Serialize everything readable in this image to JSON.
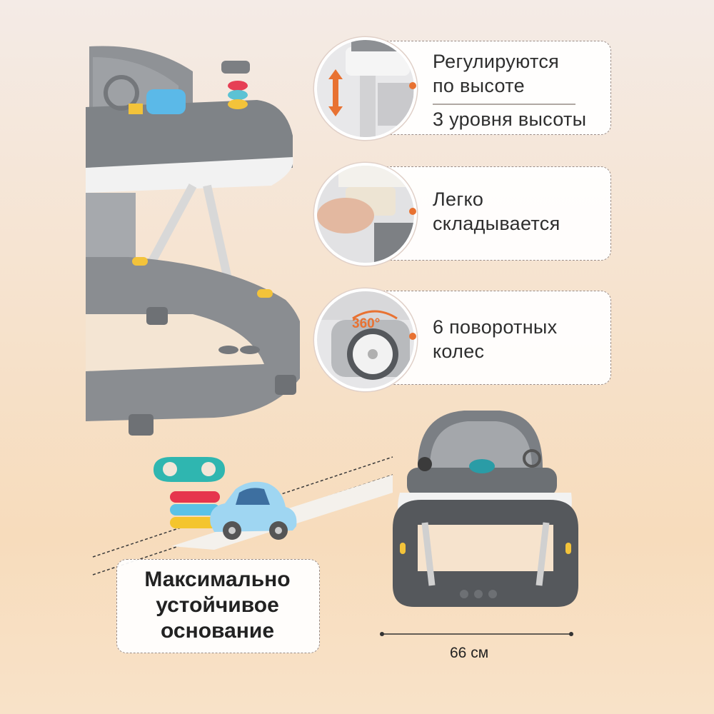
{
  "features": {
    "height": {
      "line1": "Регулируются",
      "line2": "по высоте",
      "line3": "3 уровня высоты"
    },
    "fold": {
      "line1": "Легко",
      "line2": "складывается"
    },
    "wheels": {
      "line1": "6 поворотных",
      "line2": "колес",
      "badge": "360°"
    }
  },
  "stability": {
    "line1": "Максимально",
    "line2": "устойчивое",
    "line3": "основание"
  },
  "dimension": {
    "width_label": "66 см"
  },
  "colors": {
    "accent": "#e87232",
    "frame": "#8f9296",
    "dark": "#505357"
  }
}
